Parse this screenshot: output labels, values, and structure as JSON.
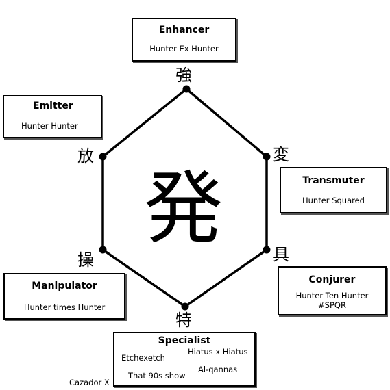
{
  "center_kanji": "発",
  "nodes": {
    "enhancer": {
      "title": "Enhancer",
      "sub": "Hunter Ex Hunter",
      "kanji": "強"
    },
    "emitter": {
      "title": "Emitter",
      "sub": "Hunter Hunter",
      "kanji": "放"
    },
    "transmuter": {
      "title": "Transmuter",
      "sub": "Hunter Squared",
      "kanji": "変"
    },
    "manipulator": {
      "title": "Manipulator",
      "sub": "Hunter times Hunter",
      "kanji": "操"
    },
    "conjurer": {
      "title": "Conjurer",
      "sub_line1": "Hunter Ten Hunter",
      "sub_line2": "#SPQR",
      "kanji": "具"
    },
    "specialist": {
      "title": "Specialist",
      "kanji": "特",
      "entries": [
        "Etchexetch",
        "Hiatus x Hiatus",
        "That 90s show",
        "Al-qannas"
      ]
    }
  },
  "outside_label": "Cazador X",
  "colors": {
    "line": "#000000",
    "box_border": "#000000",
    "background": "#ffffff"
  }
}
